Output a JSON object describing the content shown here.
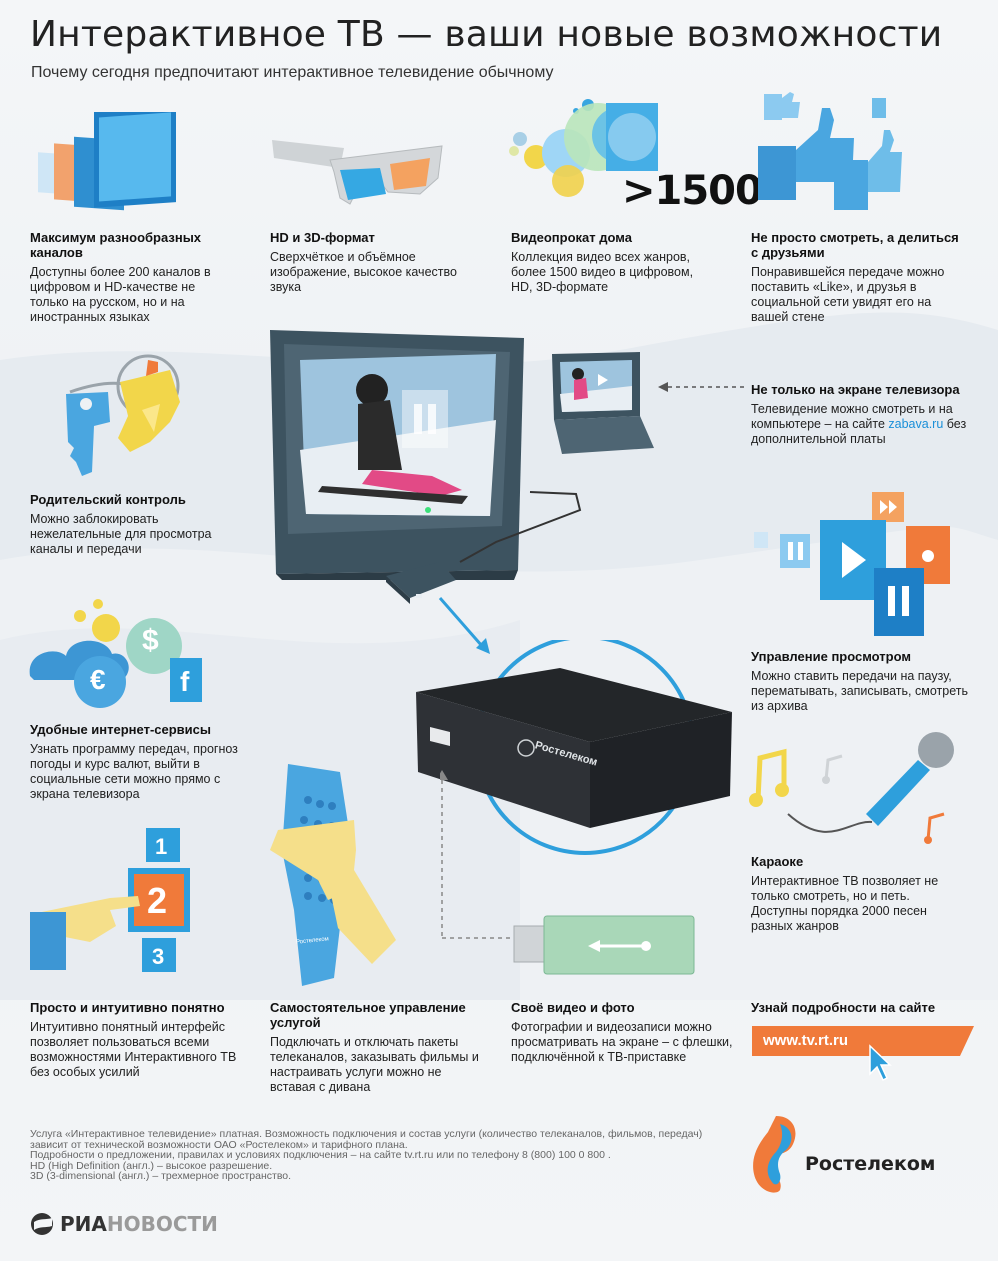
{
  "header": {
    "title": "Интерактивное ТВ — ваши новые возможности",
    "subtitle": "Почему сегодня предпочитают интерактивное телевидение обычному"
  },
  "features": {
    "channels": {
      "title": "Максимум разнообразных каналов",
      "desc": "Доступны более 200 каналов в цифровом и HD-качестве не только на русском, но и на иностранных языках"
    },
    "hd3d": {
      "title": "HD и 3D-формат",
      "desc": "Сверхчёткое и объёмное изображение, высокое качество звука"
    },
    "rental": {
      "title": "Видеопрокат дома",
      "desc": "Коллекция видео всех жанров, более 1500 видео в цифровом, HD, 3D-формате",
      "big_number": ">1500"
    },
    "share": {
      "title": "Не просто смотреть, а делиться с друзьями",
      "desc": "Понравившейся передаче можно поставить «Like», и друзья в социальной сети увидят его на вашей стене"
    },
    "screen": {
      "title": "Не только на экране телевизора",
      "desc_before": "Телевидение можно смотреть и на компьютере – на сайте ",
      "link": "zabava.ru",
      "desc_after": " без дополнительной платы"
    },
    "parental": {
      "title": "Родительский контроль",
      "desc": "Можно заблокировать нежелательные для просмотра каналы и передачи"
    },
    "playback": {
      "title": "Управление просмотром",
      "desc": "Можно ставить передачи на паузу, перематывать, записывать, смотреть из архива"
    },
    "internet": {
      "title": "Удобные интернет-сервисы",
      "desc": "Узнать программу передач, прогноз погоды и курс валют, выйти в социальные сети можно прямо с экрана телевизора"
    },
    "karaoke": {
      "title": "Караоке",
      "desc": "Интерактивное ТВ позволяет не только смотреть, но и петь. Доступны порядка 2000 песен разных жанров"
    },
    "simple": {
      "title": "Просто и интуитивно понятно",
      "desc": "Интуитивно понятный интерфейс позволяет пользоваться всеми возможностями Интерактивного ТВ без особых усилий"
    },
    "selfservice": {
      "title": "Самостоятельное управление услугой",
      "desc": "Подключать и отключать пакеты телеканалов, заказывать фильмы и настраивать услуги можно не вставая с дивана"
    },
    "ownvideo": {
      "title": "Своё видео и фото",
      "desc": "Фотографии и видеозаписи можно просматривать на экране – с флешки, подключённой к ТВ-приставке"
    },
    "site": {
      "title": "Узнай подробности на сайте",
      "url": "www.tv.rt.ru"
    }
  },
  "illustration": {
    "stb_brand": "Ростелеком",
    "remote_brand": "Ростелеком",
    "menu_numbers": [
      "1",
      "2",
      "3"
    ]
  },
  "footnotes": [
    "Услуга «Интерактивное телевидение» платная. Возможность подключения и состав услуги (количество телеканалов, фильмов, передач) зависит от технической возможности ОАО «Ростелеком» и тарифного плана.",
    "Подробности о предложении, правилах и условиях подключения – на сайте tv.rt.ru или по телефону 8 (800) 100 0 800 .",
    "HD (High Definition (англ.) – высокое разрешение.",
    "3D (3-dimensional (англ.) – трехмерное пространство."
  ],
  "branding": {
    "ria_bold": "РИА",
    "ria_light": "НОВОСТИ",
    "company": "Ростелеком"
  },
  "colors": {
    "accent_blue": "#1a8fd8",
    "orange": "#f07a3a",
    "box_dark": "#2b2d30"
  }
}
